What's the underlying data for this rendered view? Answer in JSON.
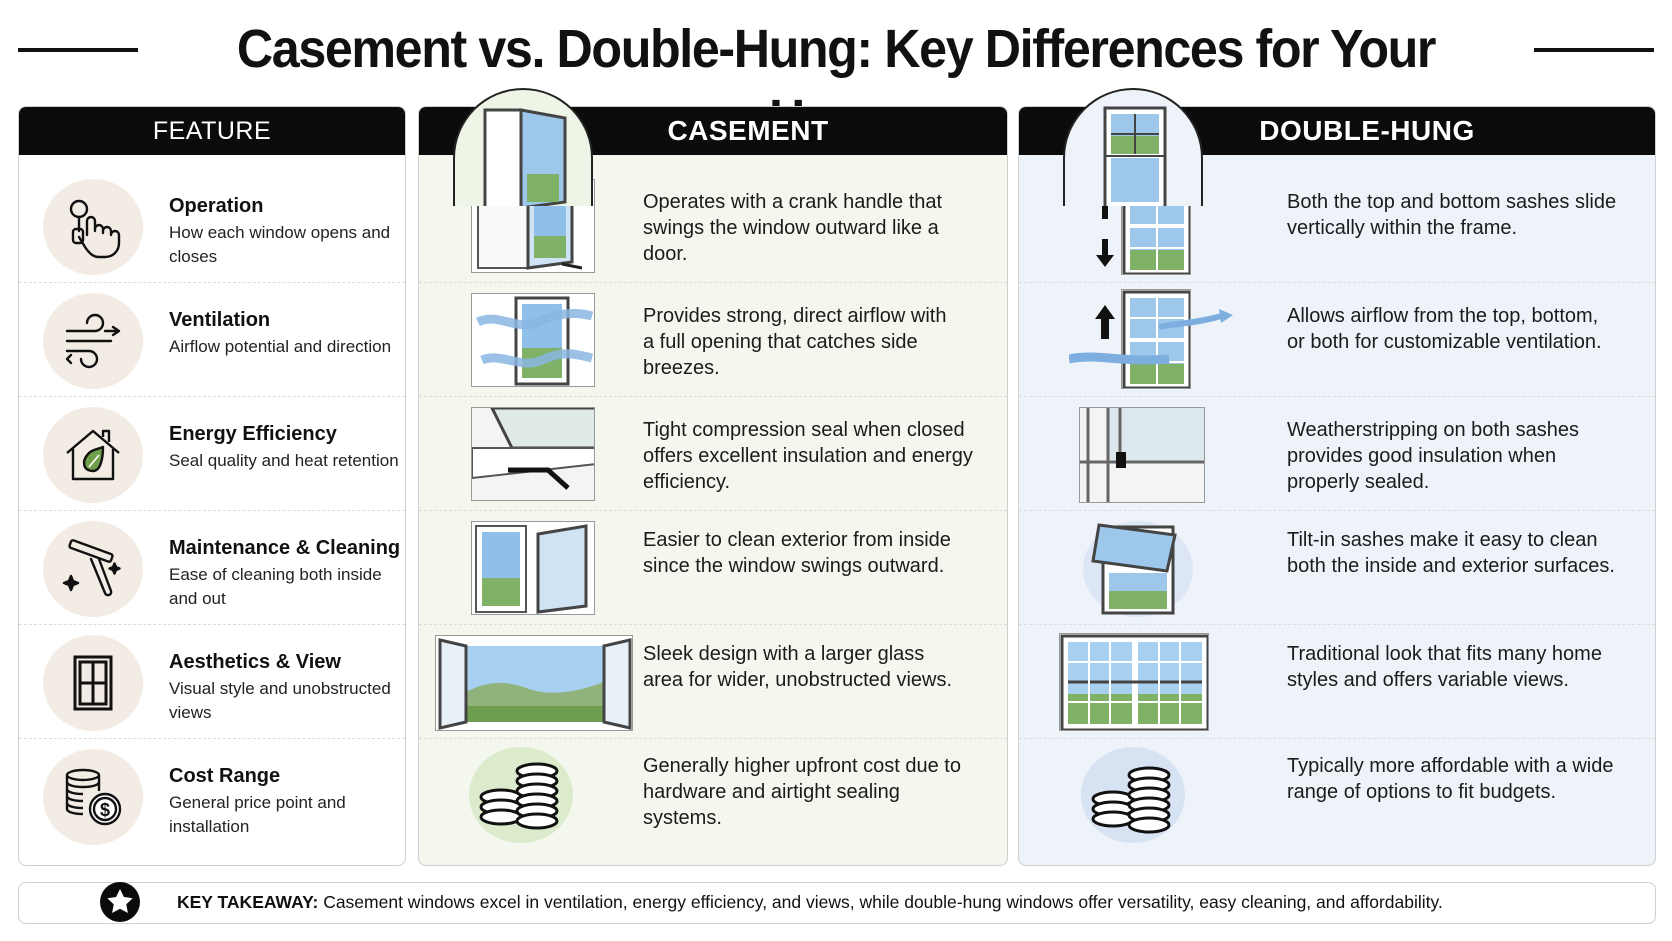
{
  "title": "Casement vs. Double-Hung: Key Differences for Your Home",
  "columns": {
    "feature": "FEATURE",
    "casement": "CASEMENT",
    "double_hung": "DOUBLE-HUNG"
  },
  "rows": [
    {
      "feature_title": "Operation",
      "feature_desc": "How each window opens and closes",
      "icon": "hand-crank-icon",
      "casement": "Operates with a crank handle that swings the window outward like a door.",
      "double_hung": "Both the top and bottom sashes slide vertically within the frame."
    },
    {
      "feature_title": "Ventilation",
      "feature_desc": "Airflow potential and direction",
      "icon": "wind-icon",
      "casement": "Provides strong, direct airflow with a full opening that catches side breezes.",
      "double_hung": "Allows airflow from the top, bottom, or both for customizable ventilation."
    },
    {
      "feature_title": "Energy Efficiency",
      "feature_desc": "Seal quality and heat retention",
      "icon": "eco-house-icon",
      "casement": "Tight compression seal when closed offers excellent insulation and energy efficiency.",
      "double_hung": "Weatherstripping on both sashes provides good insulation when properly sealed."
    },
    {
      "feature_title": "Maintenance & Cleaning",
      "feature_desc": "Ease of cleaning both inside and out",
      "icon": "squeegee-icon",
      "casement": "Easier to clean exterior from inside since the window swings outward.",
      "double_hung": "Tilt-in sashes make it easy to clean both the inside and exterior surfaces."
    },
    {
      "feature_title": "Aesthetics & View",
      "feature_desc": "Visual style and unobstructed views",
      "icon": "window-pane-icon",
      "casement": "Sleek design with a larger glass area for wider, unobstructed views.",
      "double_hung": "Traditional look that fits many home styles and offers variable views."
    },
    {
      "feature_title": "Cost Range",
      "feature_desc": "General price point and installation",
      "icon": "coins-icon",
      "casement": "Generally higher upfront cost due to hardware and airtight sealing systems.",
      "double_hung": "Typically more affordable with a wide range of options to fit budgets."
    }
  ],
  "takeaway": {
    "label": "KEY TAKEAWAY:",
    "text": " Casement windows excel in ventilation, energy efficiency, and views, while double-hung windows offer versatility, easy cleaning, and affordability."
  },
  "colors": {
    "header": "#0b0b0b",
    "casement_bg": "#f3f7ee",
    "double_hung_bg": "#eef3fa",
    "icon_circle": "#f2ece4"
  }
}
